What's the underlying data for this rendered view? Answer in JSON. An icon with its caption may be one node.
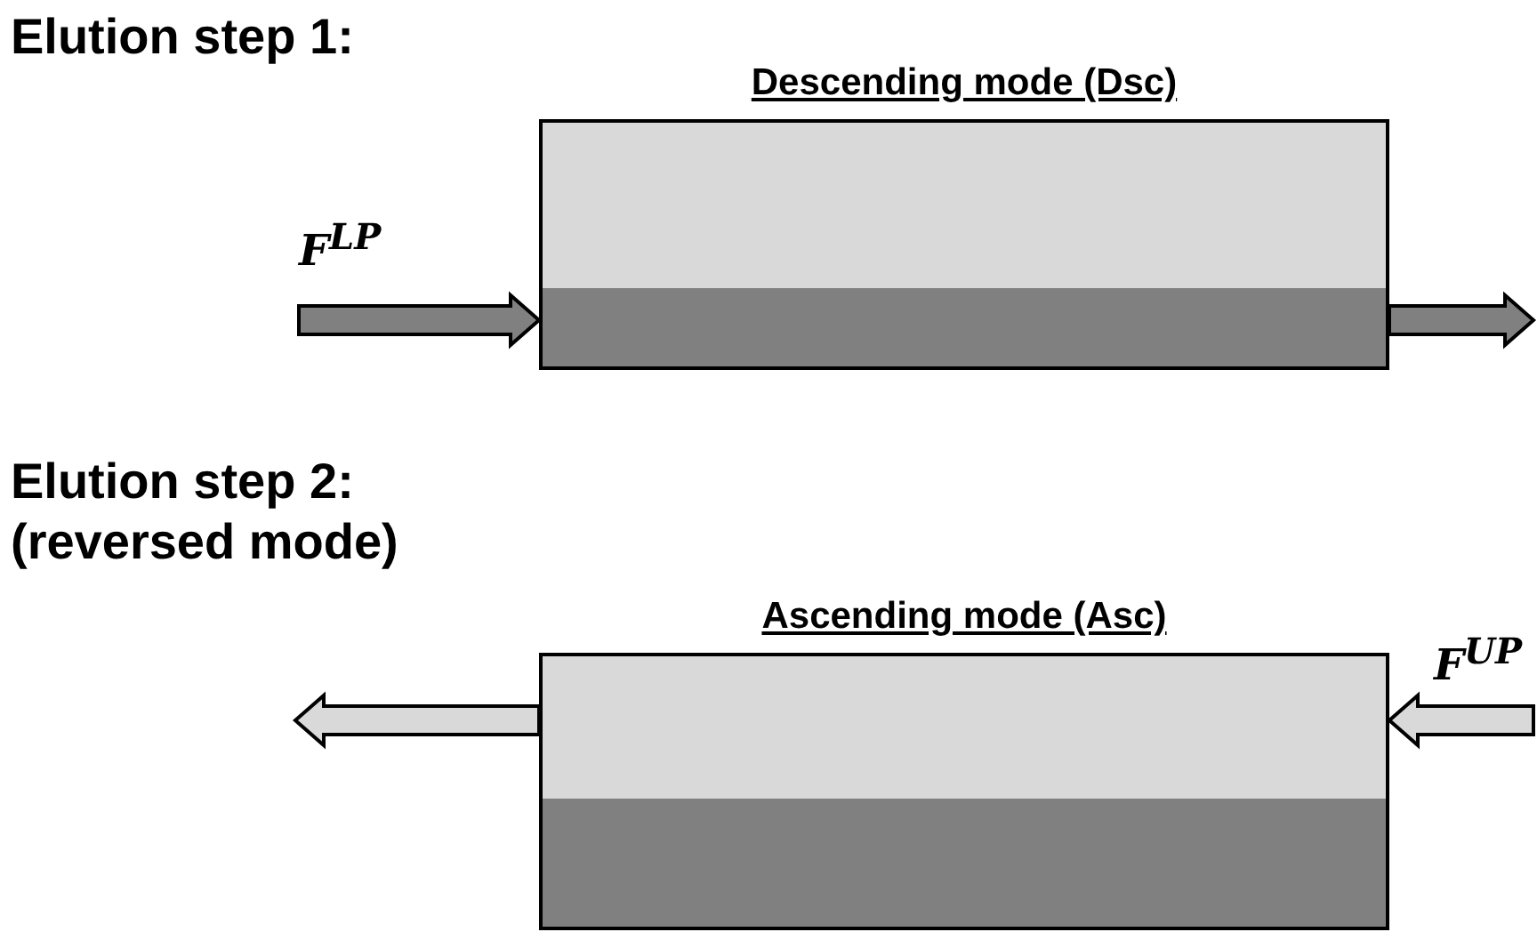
{
  "diagram": {
    "nodes": [
      {
        "text": [
          "Descending mode (Dsc)"
        ]
      },
      {
        "text": [
          "Ascending mode (Asc)"
        ]
      }
    ],
    "edges": [
      {
        "from": null,
        "to": 0,
        "arrow": "to",
        "label": "F$^{LP}$",
        "color": "#808080"
      },
      {
        "from": 0,
        "to": null,
        "arrow": "to",
        "color": "#808080"
      },
      {
        "from": null,
        "to": 1,
        "arrow": "to",
        "label": "F$^{UP}$",
        "color": "#d9d9d9"
      },
      {
        "from": 1,
        "to": null,
        "arrow": "to",
        "color": "#d9d9d9"
      }
    ],
    "labels": [
      "Elution step 1:",
      "Elution step 2: (reversed mode)"
    ]
  }
}
